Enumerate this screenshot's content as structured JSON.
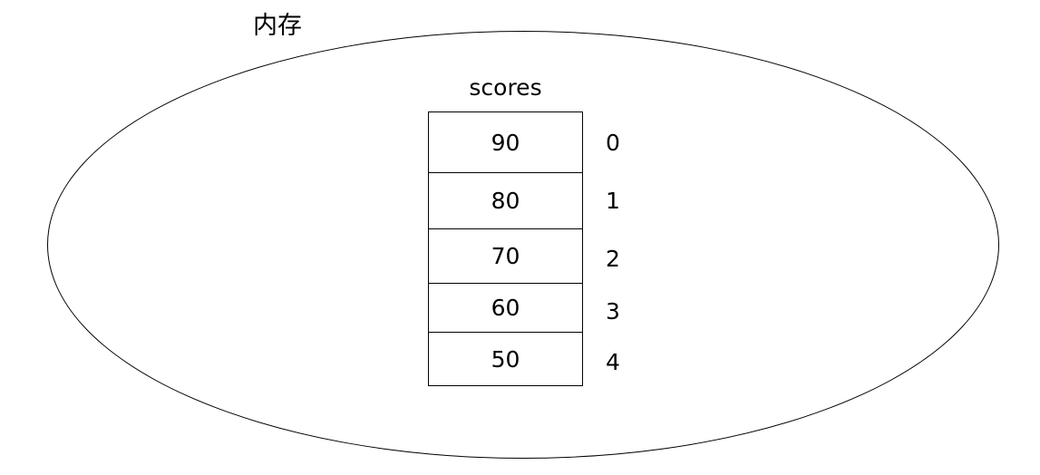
{
  "diagram": {
    "memory_label": "内存",
    "array_name": "scores",
    "elements": [
      {
        "value": "90",
        "index": "0"
      },
      {
        "value": "80",
        "index": "1"
      },
      {
        "value": "70",
        "index": "2"
      },
      {
        "value": "60",
        "index": "3"
      },
      {
        "value": "50",
        "index": "4"
      }
    ],
    "colors": {
      "stroke": "#000000",
      "text": "#000000",
      "background": "#ffffff"
    }
  }
}
